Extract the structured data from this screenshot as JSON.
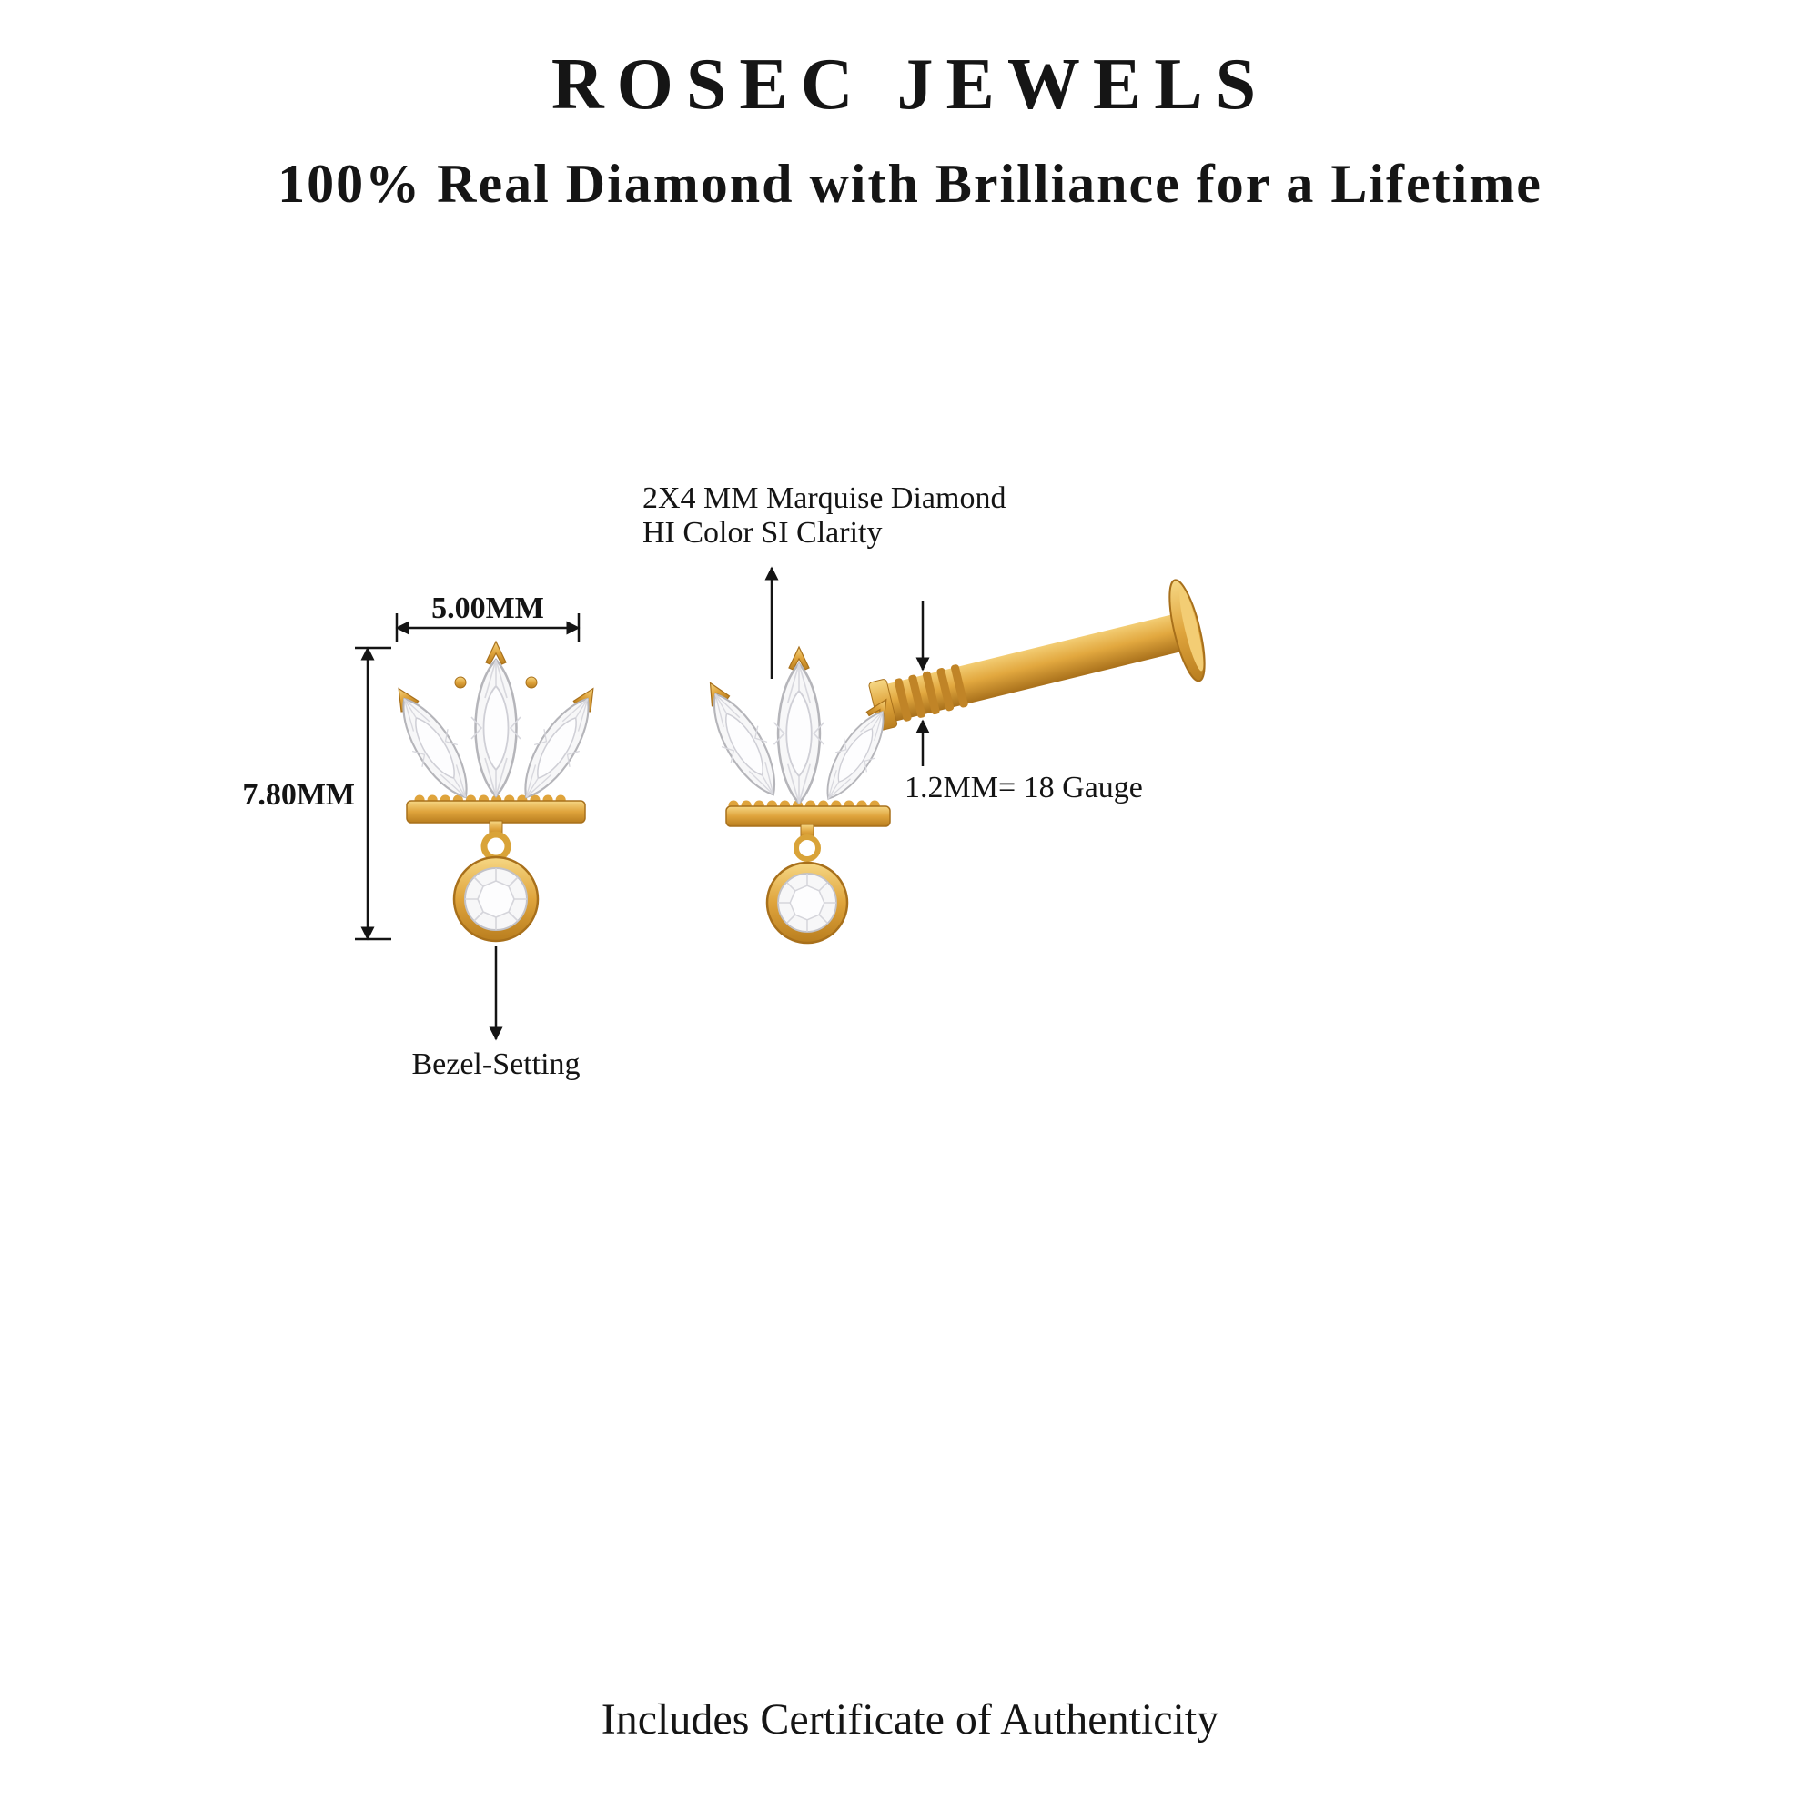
{
  "header": {
    "brand": "ROSEC JEWELS",
    "tagline": "100% Real Diamond with Brilliance for a Lifetime"
  },
  "diagram": {
    "front_view": {
      "width_label": "5.00MM",
      "height_label": "7.80MM",
      "bezel_label": "Bezel-Setting"
    },
    "side_view": {
      "marquise_note_line1": "2X4 MM Marquise Diamond",
      "marquise_note_line2": "HI Color SI Clarity",
      "gauge_label": "1.2MM= 18 Gauge"
    }
  },
  "footer": {
    "certificate_note": "Includes Certificate of Authenticity"
  },
  "colors": {
    "gold": "#DFA43C",
    "gold_dark": "#B97E1F",
    "gold_light": "#F6D784",
    "diamond": "#F7F7F8",
    "text": "#141414",
    "background": "#FFFFFF"
  }
}
